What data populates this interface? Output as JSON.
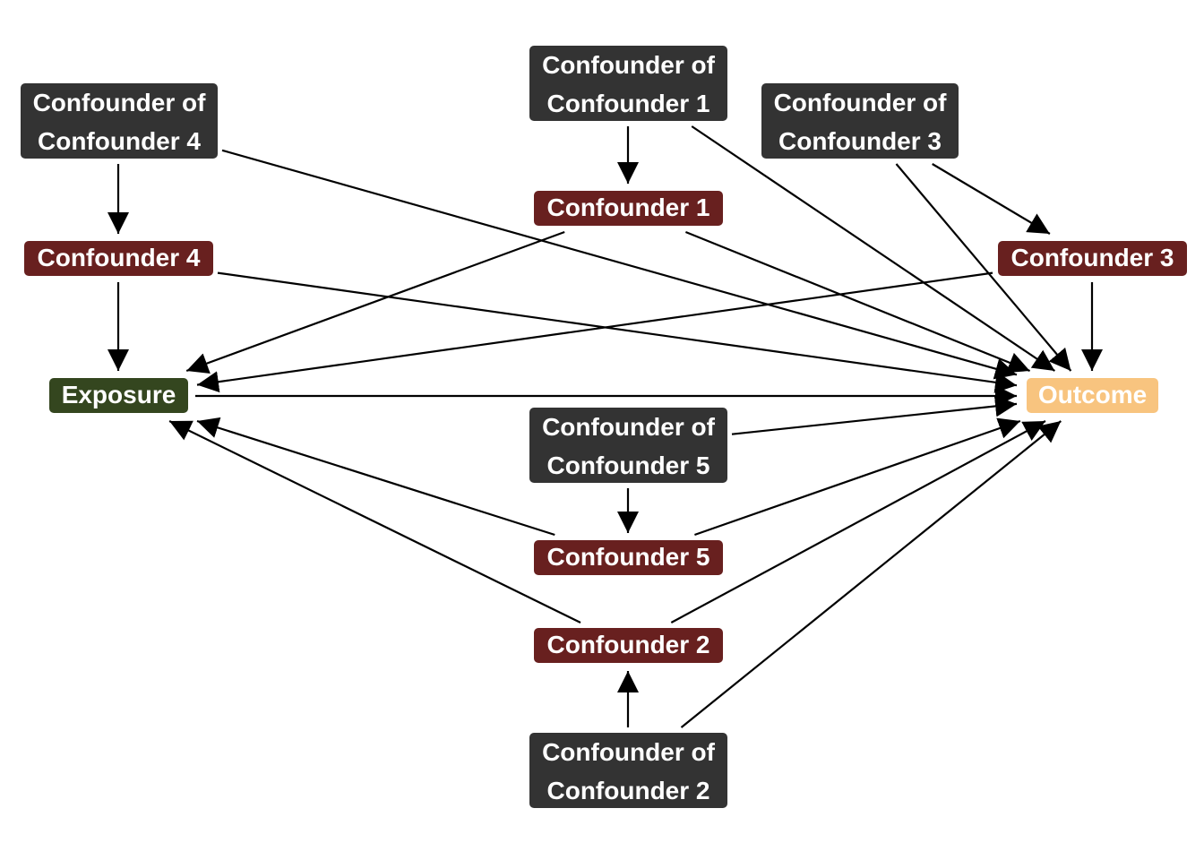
{
  "diagram": {
    "nodes": {
      "coc4": {
        "line1": "Confounder of",
        "line2": "Confounder 4"
      },
      "coc1": {
        "line1": "Confounder of",
        "line2": "Confounder 1"
      },
      "coc3": {
        "line1": "Confounder of",
        "line2": "Confounder 3"
      },
      "coc5": {
        "line1": "Confounder of",
        "line2": "Confounder 5"
      },
      "coc2": {
        "line1": "Confounder of",
        "line2": "Confounder 2"
      },
      "c1": {
        "label": "Confounder 1"
      },
      "c2": {
        "label": "Confounder 2"
      },
      "c3": {
        "label": "Confounder 3"
      },
      "c4": {
        "label": "Confounder 4"
      },
      "c5": {
        "label": "Confounder 5"
      },
      "exposure": {
        "label": "Exposure"
      },
      "outcome": {
        "label": "Outcome"
      }
    },
    "edges": [
      {
        "from": "coc4",
        "to": "c4"
      },
      {
        "from": "coc4",
        "to": "outcome"
      },
      {
        "from": "c4",
        "to": "exposure"
      },
      {
        "from": "c4",
        "to": "outcome"
      },
      {
        "from": "coc1",
        "to": "c1"
      },
      {
        "from": "coc1",
        "to": "outcome"
      },
      {
        "from": "c1",
        "to": "exposure"
      },
      {
        "from": "c1",
        "to": "outcome"
      },
      {
        "from": "coc3",
        "to": "c3"
      },
      {
        "from": "coc3",
        "to": "outcome"
      },
      {
        "from": "c3",
        "to": "exposure"
      },
      {
        "from": "c3",
        "to": "outcome"
      },
      {
        "from": "exposure",
        "to": "outcome"
      },
      {
        "from": "coc5",
        "to": "c5"
      },
      {
        "from": "coc5",
        "to": "outcome"
      },
      {
        "from": "c5",
        "to": "exposure"
      },
      {
        "from": "c5",
        "to": "outcome"
      },
      {
        "from": "c2",
        "to": "exposure"
      },
      {
        "from": "c2",
        "to": "outcome"
      },
      {
        "from": "coc2",
        "to": "c2"
      },
      {
        "from": "coc2",
        "to": "outcome"
      }
    ],
    "colors": {
      "confounder_of_confounder": "#333333",
      "confounder": "#68201f",
      "exposure": "#34461f",
      "outcome": "#f8c47f",
      "edge": "#000000"
    }
  }
}
